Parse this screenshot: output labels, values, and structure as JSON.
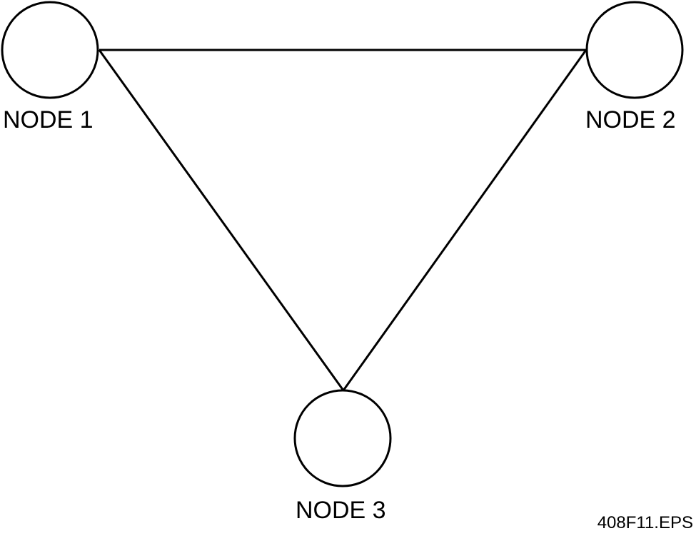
{
  "diagram": {
    "nodes": [
      {
        "id": "node-1",
        "label": "NODE 1"
      },
      {
        "id": "node-2",
        "label": "NODE 2"
      },
      {
        "id": "node-3",
        "label": "NODE 3"
      }
    ],
    "edges": [
      {
        "from": "node-1",
        "to": "node-2"
      },
      {
        "from": "node-1",
        "to": "node-3"
      },
      {
        "from": "node-2",
        "to": "node-3"
      }
    ],
    "file_label": "408F11.EPS",
    "colors": {
      "stroke": "#000000",
      "background": "#ffffff"
    }
  }
}
